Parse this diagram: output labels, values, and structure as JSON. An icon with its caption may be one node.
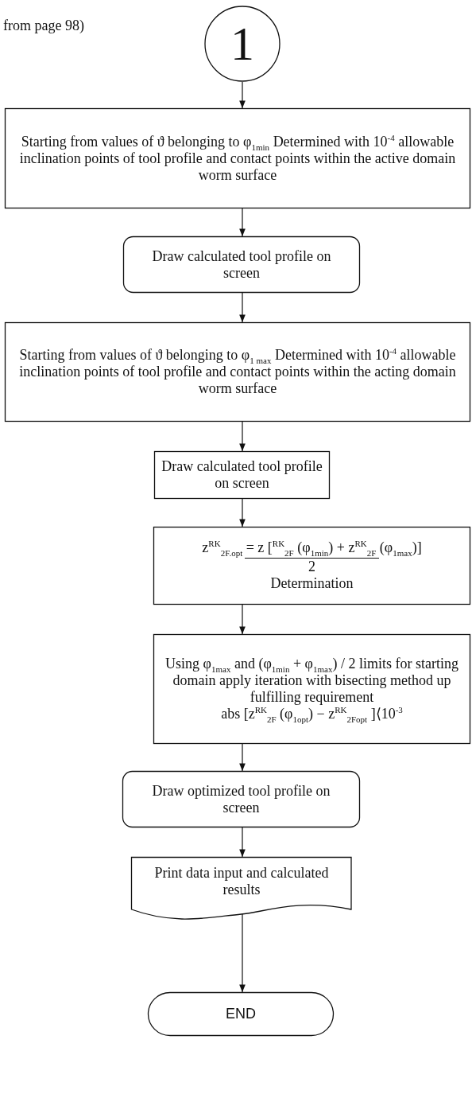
{
  "diagram": {
    "nodes": [
      {
        "text": [
          "1"
        ]
      },
      {
        "text": [
          "Starting from values of ϑ belonging to φ$_{1min}$ Determined with 10$^{-4}$ allowable inclination points of tool profile and contact points within the active domain worm surface"
        ]
      },
      {
        "text": [
          "Draw calculated tool profile on screen"
        ]
      },
      {
        "text": [
          "Starting from values of ϑ belonging to φ$_{1 max}$ Determined with 10$^{-4}$ allowable inclination points of tool profile and contact points within the acting domain worm surface"
        ]
      },
      {
        "text": [
          "Draw calculated tool profile on screen"
        ]
      },
      {
        "text": [
          "z$^{RK}$$_{2F.opt}$ = z [$^{RK}$$_{2F}$ (φ$_{1min}$) + z$^{RK}$$_{2F}$ (φ$_{1max}$)]",
          "2",
          "Determination"
        ]
      },
      {
        "text": [
          "Using φ$_{1max}$ and (φ$_{1min}$ + φ$_{1max}$) / 2 limits for starting domain apply iteration with bisecting method up fulfilling requirement",
          "abs [z$^{RK}$$_{2F}$ (φ$_{1opt}$) − z$^{RK}$$_{2Fopt}$ ]⟨10$^{-3}$"
        ]
      },
      {
        "text": [
          "Draw optimized tool profile on screen"
        ]
      },
      {
        "text": [
          "Print data input and calculated results"
        ]
      },
      {
        "text": [
          "END"
        ]
      }
    ],
    "edges": [
      {
        "from": 0,
        "to": 1,
        "arrow": "to"
      },
      {
        "from": 1,
        "to": 2,
        "arrow": "to"
      },
      {
        "from": 2,
        "to": 3,
        "arrow": "to"
      },
      {
        "from": 3,
        "to": 4,
        "arrow": "to"
      },
      {
        "from": 4,
        "to": 5,
        "arrow": "to"
      },
      {
        "from": 5,
        "to": 6,
        "arrow": "to"
      },
      {
        "from": 6,
        "to": 7,
        "arrow": "to"
      },
      {
        "from": 7,
        "to": 8,
        "arrow": "to"
      },
      {
        "from": 8,
        "to": 9,
        "arrow": "to"
      }
    ],
    "labels": [
      "from page 98)"
    ]
  }
}
